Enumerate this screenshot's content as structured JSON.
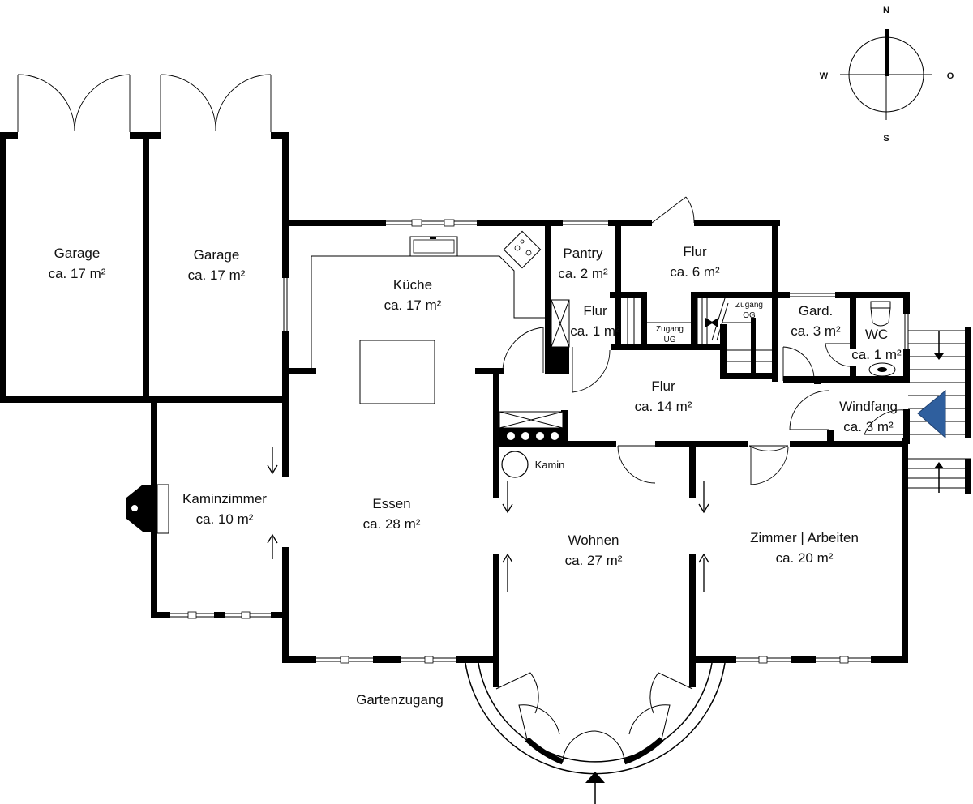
{
  "rooms": [
    {
      "name": "Garage",
      "area": "ca. 17 m²"
    },
    {
      "name": "Garage",
      "area": "ca. 17 m²"
    },
    {
      "name": "Küche",
      "area": "ca. 17 m²"
    },
    {
      "name": "Pantry",
      "area": "ca. 2 m²"
    },
    {
      "name": "Flur",
      "area": "ca. 6 m²"
    },
    {
      "name": "Flur",
      "area": "ca. 1 m²"
    },
    {
      "name": "Gard.",
      "area": "ca. 3 m²"
    },
    {
      "name": "WC",
      "area": "ca. 1 m²"
    },
    {
      "name": "Flur",
      "area": "ca. 14 m²"
    },
    {
      "name": "Windfang",
      "area": "ca. 3 m²"
    },
    {
      "name": "Kaminzimmer",
      "area": "ca. 10 m²"
    },
    {
      "name": "Essen",
      "area": "ca. 28 m²"
    },
    {
      "name": "Wohnen",
      "area": "ca. 27 m²"
    },
    {
      "name": "Zimmer | Arbeiten",
      "area": "ca. 20 m²"
    }
  ],
  "labels": {
    "kamin": "Kamin",
    "zugang_ug_1": "Zugang",
    "zugang_ug_2": "UG",
    "zugang_og_1": "Zugang",
    "zugang_og_2": "OG",
    "gartenzugang": "Gartenzugang"
  },
  "compass": {
    "n": "N",
    "s": "S",
    "w": "W",
    "o": "O"
  },
  "colors": {
    "wall": "#000000",
    "entrance_marker": "#2f5f9e"
  }
}
